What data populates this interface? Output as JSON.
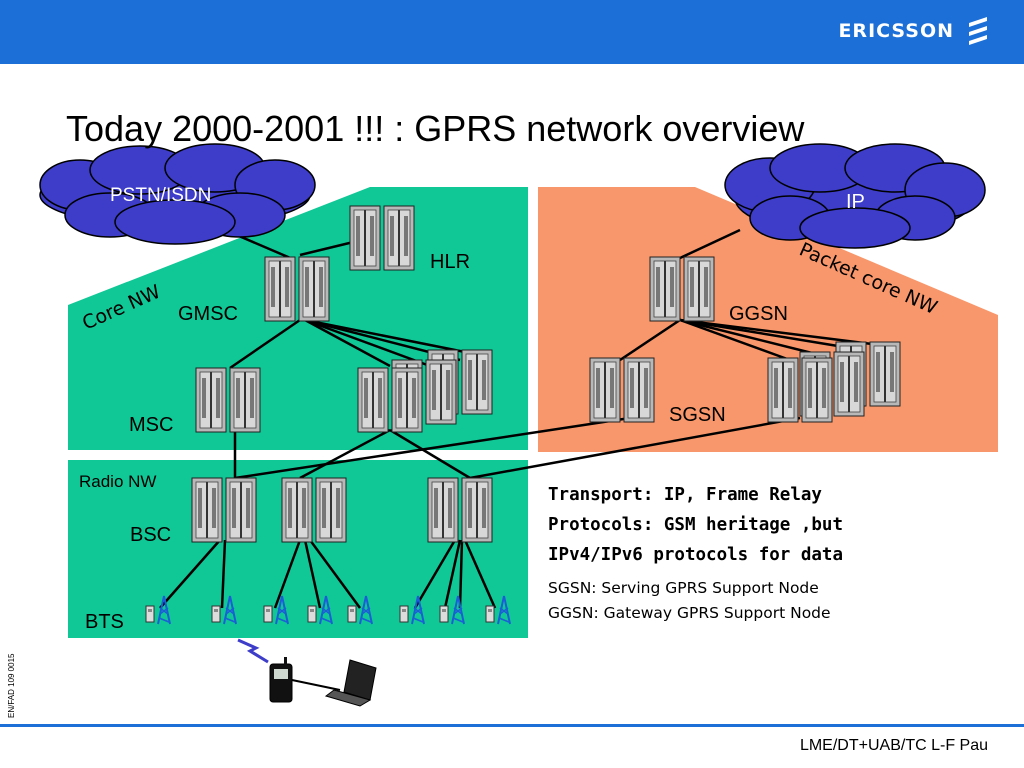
{
  "header": {
    "brand": "ERICSSON"
  },
  "title": "Today 2000-2001 !!! : GPRS network overview",
  "clouds": {
    "pstn": "PSTN/ISDN",
    "ip": "IP"
  },
  "areas": {
    "core": "Core NW",
    "packet": "Packet core NW",
    "radio": "Radio NW"
  },
  "nodes": {
    "hlr": "HLR",
    "gmsc": "GMSC",
    "msc": "MSC",
    "ggsn": "GGSN",
    "sgsn": "SGSN",
    "bsc": "BSC",
    "bts": "BTS"
  },
  "transport": {
    "line1": "Transport: IP, Frame Relay",
    "line2": "Protocols: GSM heritage ,but",
    "line3": "IPv4/IPv6 protocols for data"
  },
  "definitions": {
    "sgsn": "SGSN: Serving GPRS Support Node",
    "ggsn": "GGSN: Gateway GPRS Support Node"
  },
  "doc_code": "EN/FAD 109 0015",
  "footer": {
    "author": "LME/DT+UAB/TC L-F Pau"
  },
  "colors": {
    "header": "#1b6fd6",
    "core": "#10c796",
    "packet": "#f8976b",
    "cloud": "#3d3dc9"
  }
}
